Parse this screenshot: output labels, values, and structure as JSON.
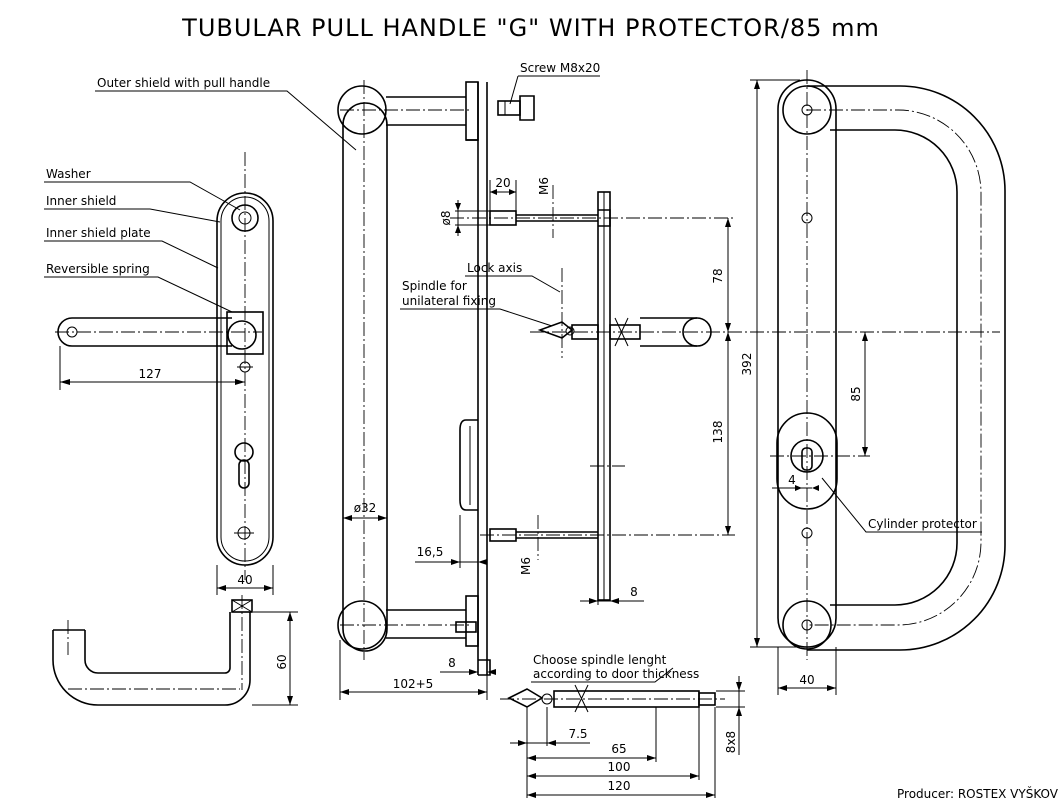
{
  "title": "TUBULAR PULL HANDLE \"G\" WITH PROTECTOR/85 mm",
  "producer": "Producer: ROSTEX VYŠKOV",
  "labels": {
    "outer_shield": "Outer shield with pull handle",
    "washer": "Washer",
    "inner_shield": "Inner shield",
    "inner_shield_plate": "Inner shield plate",
    "reversible_spring": "Reversible spring",
    "screw": "Screw M8x20",
    "lock_axis": "Lock axis",
    "spindle_line1": "Spindle for",
    "spindle_line2": "unilateral fixing",
    "choose_line1": "Choose spindle lenght",
    "choose_line2": "according to door thickness",
    "cylinder_protector": "Cylinder protector"
  },
  "dimensions": {
    "d127": "127",
    "d40_left": "40",
    "d60": "60",
    "d32": "ø32",
    "d16_5": "16,5",
    "m6_bottom": "M6",
    "d8_bottom": "8",
    "d102": "102+5",
    "d20": "20",
    "m6_top": "M6",
    "d8_dia": "ø8",
    "d78": "78",
    "d138": "138",
    "d392": "392",
    "d85": "85",
    "d4": "4",
    "d8_right": "8",
    "d40_right": "40",
    "d7_5": "7.5",
    "d65": "65",
    "d100": "100",
    "d120": "120",
    "d8x8": "8x8"
  }
}
